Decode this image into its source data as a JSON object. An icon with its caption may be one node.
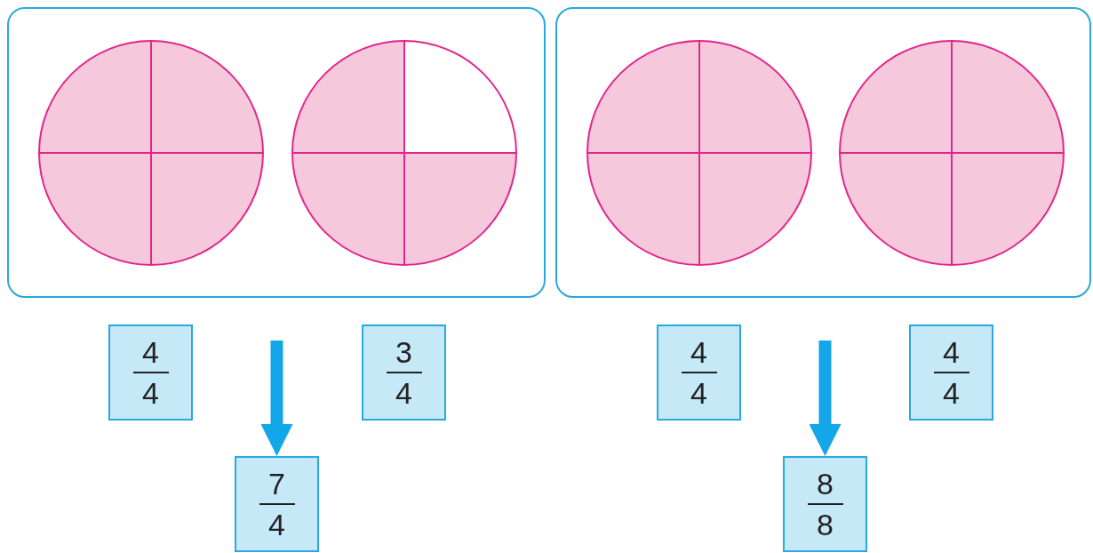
{
  "diagram": {
    "nodes": [
      {
        "text": [
          "4",
          "4"
        ]
      },
      {
        "text": [
          "3",
          "4"
        ]
      },
      {
        "text": [
          "4",
          "4"
        ]
      },
      {
        "text": [
          "4",
          "4"
        ]
      },
      {
        "text": [
          "7",
          "4"
        ]
      },
      {
        "text": [
          "8",
          "8"
        ]
      }
    ],
    "edges": [
      {
        "from": null,
        "to": 4,
        "arrow": "to"
      },
      {
        "from": null,
        "to": 5,
        "arrow": "to"
      }
    ]
  }
}
